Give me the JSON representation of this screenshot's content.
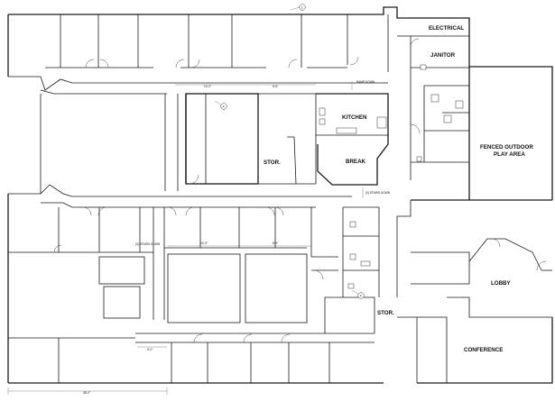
{
  "rooms": {
    "electrical": "ELECTRICAL",
    "janitor": "JANITOR",
    "kitchen": "KITCHEN",
    "break": "BREAK",
    "stor_center": "STOR.",
    "fenced_outdoor_line1": "FENCED OUTDOOR",
    "fenced_outdoor_line2": "PLAY AREA",
    "lobby": "LOBBY",
    "stor_small": "STOR.",
    "conference": "CONFERENCE"
  },
  "notes": {
    "ramp_down": "RAMP DOWN",
    "stairs_down_mid": "(3) STAIRS DOWN",
    "stairs_down_left": "(3) STAIRS DOWN"
  },
  "markers": {
    "top": "1",
    "center": "4",
    "right": "4"
  }
}
